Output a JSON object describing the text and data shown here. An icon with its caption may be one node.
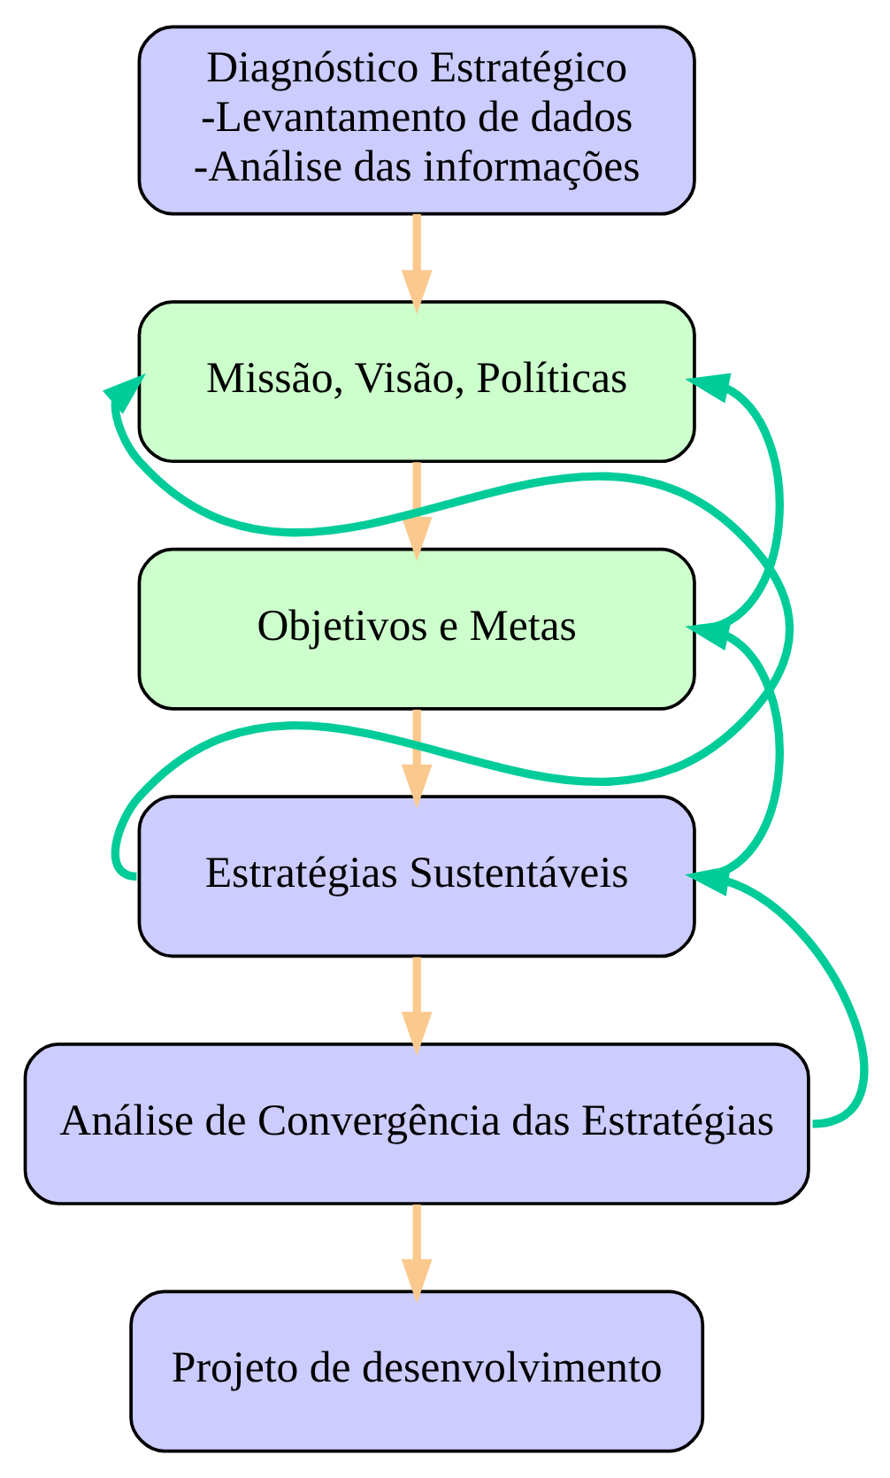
{
  "diagram": {
    "nodes": [
      {
        "text": [
          "Diagnóstico Estratégico",
          "-Levantamento de dados",
          "-Análise das informações"
        ]
      },
      {
        "text": [
          "Missão, Visão, Políticas"
        ]
      },
      {
        "text": [
          "Objetivos e Metas"
        ]
      },
      {
        "text": [
          "Estratégias Sustentáveis"
        ]
      },
      {
        "text": [
          "Análise de Convergência das Estratégias"
        ]
      },
      {
        "text": [
          "Projeto de desenvolvimento"
        ]
      }
    ],
    "edges": [
      {
        "from": 0,
        "to": 1,
        "arrow": "to"
      },
      {
        "from": 1,
        "to": 2,
        "arrow": "to"
      },
      {
        "from": 2,
        "to": 3,
        "arrow": "to"
      },
      {
        "from": 3,
        "to": 4,
        "arrow": "to"
      },
      {
        "from": 4,
        "to": 5,
        "arrow": "to"
      },
      {
        "from": 3,
        "to": 1,
        "arrow": "to",
        "color": "#00cc99"
      },
      {
        "from": 2,
        "to": 1,
        "arrow": "to",
        "color": "#00cc99"
      },
      {
        "from": 3,
        "to": 2,
        "arrow": "to",
        "color": "#00cc99"
      },
      {
        "from": 4,
        "to": 3,
        "arrow": "to",
        "color": "#00cc99"
      }
    ]
  }
}
